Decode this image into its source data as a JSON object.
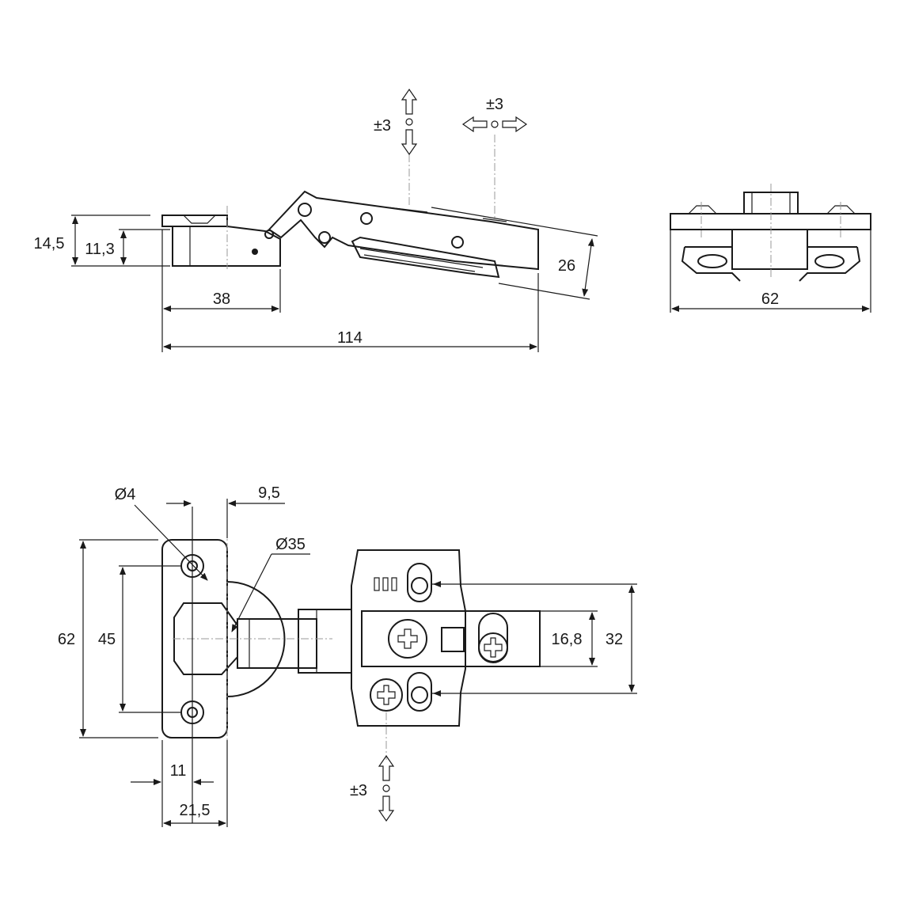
{
  "dimensions": {
    "side_height_outer": "14,5",
    "side_height_inner": "11,3",
    "side_arm_length": "38",
    "side_total_length": "114",
    "side_depth": "26",
    "end_width": "62",
    "plan_hole_diameter": "Ø4",
    "plan_hole_offset": "9,5",
    "plan_cup_diameter": "Ø35",
    "plan_height_outer": "62",
    "plan_hole_spacing": "45",
    "plan_edge_to_hole": "11",
    "plan_cup_edge": "21,5",
    "plan_plate_inner": "16,8",
    "plan_plate_outer": "32"
  },
  "adjustments": {
    "top_vertical": "±3",
    "top_horizontal": "±3",
    "bottom_vertical": "±3"
  },
  "colors": {
    "line": "#1a1a1a",
    "centerline": "#999999"
  }
}
